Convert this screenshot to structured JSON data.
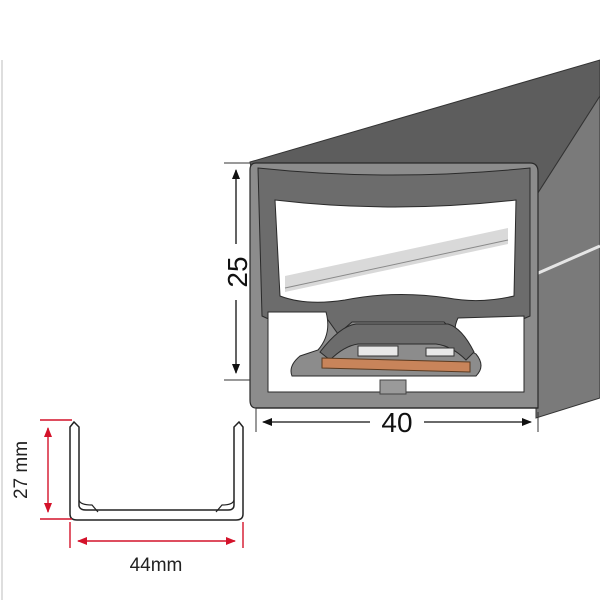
{
  "profile_view": {
    "height_label": "25",
    "width_label": "40"
  },
  "channel_view": {
    "height_label": "27 mm",
    "width_label": "44mm"
  },
  "colors": {
    "profile_body": "#6e6e6e",
    "profile_front": "#8a8a8a",
    "profile_top": "#5a5a5a",
    "inner_cavity": "#ffffff",
    "led_strip": "#c8845a",
    "dimension_arrow_red": "#d4122a",
    "outline": "#2a2a2a"
  }
}
